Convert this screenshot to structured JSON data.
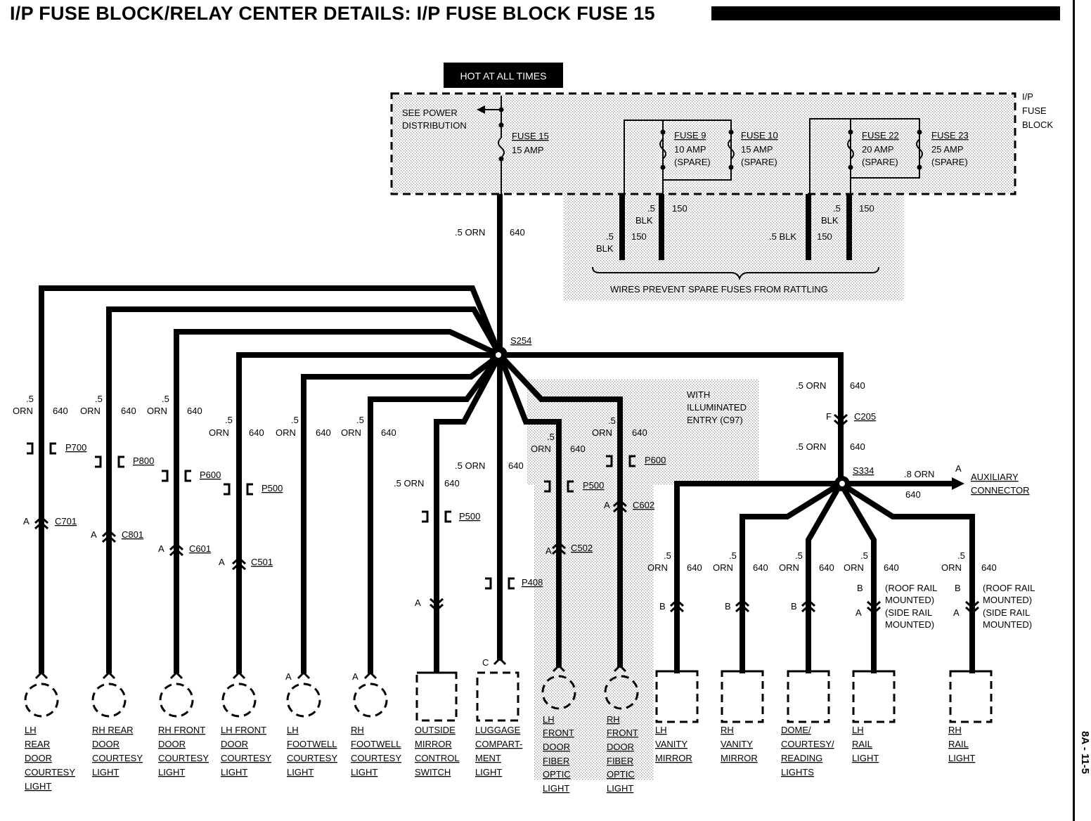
{
  "title": "I/P FUSE BLOCK/RELAY CENTER DETAILS:  I/P FUSE BLOCK FUSE 15",
  "page_code": "8A - 11-5",
  "hot_label": "HOT AT ALL TIMES",
  "fuse_block": {
    "label": [
      "I/P",
      "FUSE",
      "BLOCK"
    ],
    "see_power": [
      "SEE POWER",
      "DISTRIBUTION"
    ],
    "fuse15": [
      "FUSE 15",
      "15 AMP"
    ],
    "fuse9": [
      "FUSE 9",
      "10 AMP",
      "(SPARE)"
    ],
    "fuse10": [
      "FUSE 10",
      "15 AMP",
      "(SPARE)"
    ],
    "fuse22": [
      "FUSE 22",
      "20 AMP",
      "(SPARE)"
    ],
    "fuse23": [
      "FUSE 23",
      "25 AMP",
      "(SPARE)"
    ],
    "spare_wire_a": [
      ".5",
      "BLK",
      "150"
    ],
    "spare_wire_b": [
      ".5",
      "BLK",
      "150"
    ],
    "spare_wire_c": [
      ".5 BLK",
      "150"
    ],
    "spare_wire_d": [
      ".5",
      "BLK",
      "150"
    ],
    "spare_note": "WIRES PREVENT SPARE FUSES FROM RATTLING"
  },
  "feed_wire": [
    ".5 ORN",
    "640"
  ],
  "splices": {
    "s254": "S254",
    "s334": "S334"
  },
  "illuminated_note": [
    "WITH",
    "ILLUMINATED",
    "ENTRY (C97)"
  ],
  "branches_left": [
    {
      "wire": [
        ".5",
        "ORN",
        "640"
      ],
      "inline": "P700",
      "conn": "C701",
      "pin": "A",
      "label": [
        "LH",
        "REAR",
        "DOOR",
        "COURTESY",
        "LIGHT"
      ]
    },
    {
      "wire": [
        ".5",
        "ORN",
        "640"
      ],
      "inline": "P800",
      "conn": "C801",
      "pin": "A",
      "label": [
        "RH REAR",
        "DOOR",
        "COURTESY",
        "LIGHT"
      ]
    },
    {
      "wire": [
        ".5",
        "ORN",
        "640"
      ],
      "inline": "P600",
      "conn": "C601",
      "pin": "A",
      "label": [
        "RH FRONT",
        "DOOR",
        "COURTESY",
        "LIGHT"
      ]
    },
    {
      "wire": [
        ".5",
        "ORN",
        "640"
      ],
      "inline": "P500",
      "conn": "C501",
      "pin": "A",
      "label": [
        "LH FRONT",
        "DOOR",
        "COURTESY",
        "LIGHT"
      ]
    },
    {
      "wire": [
        ".5",
        "ORN",
        "640"
      ],
      "pin": "A",
      "label": [
        "LH",
        "FOOTWELL",
        "COURTESY",
        "LIGHT"
      ]
    },
    {
      "wire": [
        ".5",
        "ORN",
        "640"
      ],
      "pin": "A",
      "label": [
        "RH",
        "FOOTWELL",
        "COURTESY",
        "LIGHT"
      ]
    },
    {
      "wire": [
        ".5 ORN",
        "640"
      ],
      "inline": "P500",
      "pin": "A",
      "label": [
        "OUTSIDE",
        "MIRROR",
        "CONTROL",
        "SWITCH"
      ]
    },
    {
      "wire": [
        ".5 ORN",
        "640"
      ],
      "inline": "P408",
      "pin": "C",
      "label": [
        "LUGGAGE",
        "COMPART-",
        "MENT",
        "LIGHT"
      ]
    },
    {
      "wire": [
        ".5",
        "ORN",
        "640"
      ],
      "inline": "P500",
      "conn": "C502",
      "pin": "A",
      "label": [
        "LH",
        "FRONT",
        "DOOR",
        "FIBER",
        "OPTIC",
        "LIGHT"
      ]
    },
    {
      "wire": [
        ".5",
        "ORN",
        "640"
      ],
      "inline": "P600",
      "conn": "C602",
      "pin": "A",
      "label": [
        "RH",
        "FRONT",
        "DOOR",
        "FIBER",
        "OPTIC",
        "LIGHT"
      ]
    }
  ],
  "right_feed": {
    "wire_top": [
      ".5 ORN",
      "640"
    ],
    "conn": "C205",
    "pin": "F",
    "wire_bottom": [
      ".5 ORN",
      "640"
    ]
  },
  "aux": {
    "wire": [
      ".8 ORN",
      "640"
    ],
    "pin": "A",
    "label": [
      "AUXILIARY",
      "CONNECTOR"
    ]
  },
  "branches_right": [
    {
      "wire": [
        ".5",
        "ORN",
        "640"
      ],
      "pin": "B",
      "label": [
        "LH",
        "VANITY",
        "MIRROR"
      ]
    },
    {
      "wire": [
        ".5",
        "ORN",
        "640"
      ],
      "pin": "B",
      "label": [
        "RH",
        "VANITY",
        "MIRROR"
      ]
    },
    {
      "wire": [
        ".5",
        "ORN",
        "640"
      ],
      "pin": "B",
      "label": [
        "DOME/",
        "COURTESY/",
        "READING",
        "LIGHTS"
      ]
    },
    {
      "wire": [
        ".5",
        "ORN",
        "640"
      ],
      "pins": [
        "B",
        "A"
      ],
      "note": [
        "(ROOF RAIL",
        "MOUNTED)",
        "(SIDE RAIL",
        "MOUNTED)"
      ],
      "label": [
        "LH",
        "RAIL",
        "LIGHT"
      ]
    },
    {
      "wire": [
        ".5",
        "ORN",
        "640"
      ],
      "pins": [
        "B",
        "A"
      ],
      "note": [
        "(ROOF RAIL",
        "MOUNTED)",
        "(SIDE RAIL",
        "MOUNTED)"
      ],
      "label": [
        "RH",
        "RAIL",
        "LIGHT"
      ]
    }
  ]
}
